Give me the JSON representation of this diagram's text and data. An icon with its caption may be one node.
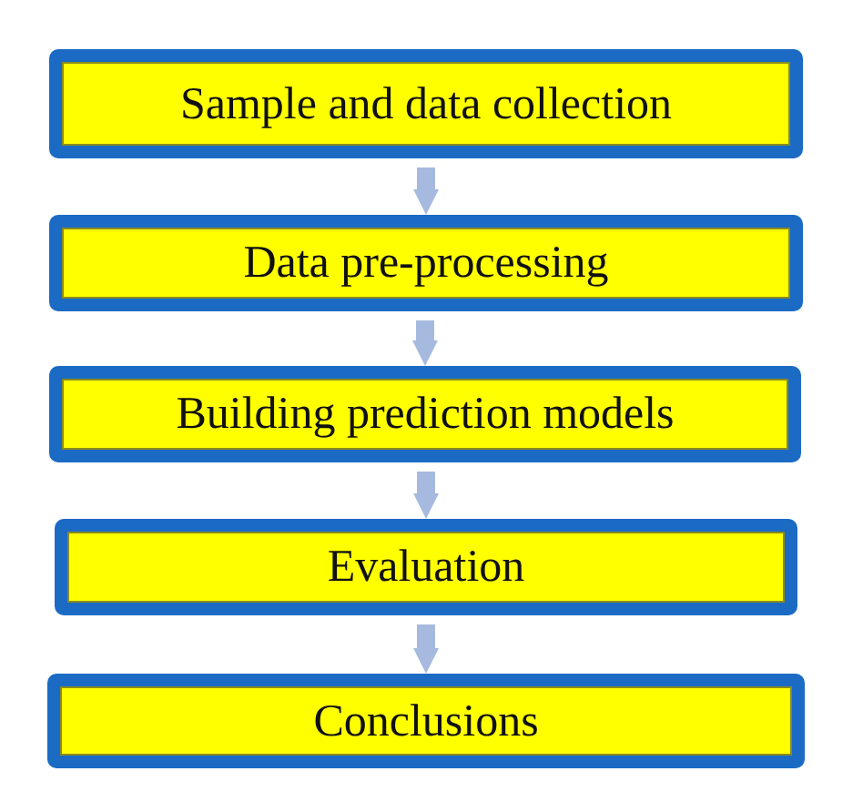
{
  "diagram": {
    "nodes": [
      {
        "text": [
          "Sample and data collection"
        ]
      },
      {
        "text": [
          "Data pre-processing"
        ]
      },
      {
        "text": [
          "Building prediction models"
        ]
      },
      {
        "text": [
          "Evaluation"
        ]
      },
      {
        "text": [
          "Conclusions"
        ]
      }
    ],
    "edges": [
      {
        "from": 0,
        "to": 1,
        "arrow": "to"
      },
      {
        "from": 1,
        "to": 2,
        "arrow": "to"
      },
      {
        "from": 2,
        "to": 3,
        "arrow": "to"
      },
      {
        "from": 3,
        "to": 4,
        "arrow": "to"
      }
    ]
  }
}
